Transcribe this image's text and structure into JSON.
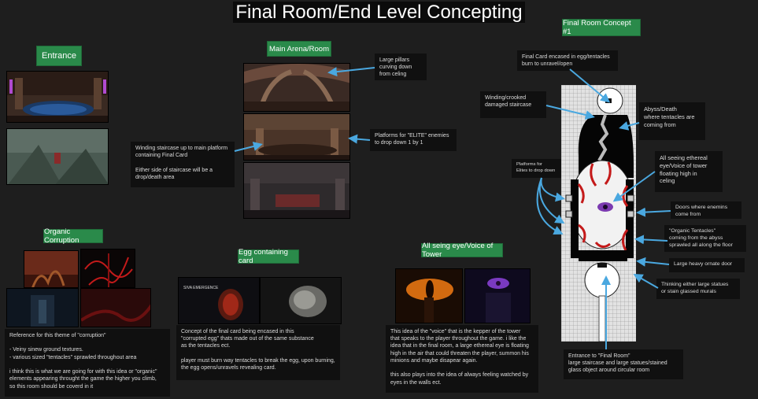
{
  "title": "Final Room/End Level Concepting",
  "labels": {
    "entrance": "Entrance",
    "main_arena": "Main Arena/Room",
    "final_room_concept": "Final Room Concept #1",
    "organic_corruption": "Organic Corruption",
    "egg_card": "Egg containing card",
    "all_seeing_eye": "All seing eye/Voice of Tower"
  },
  "notes": {
    "pillars": "Large pillars\ncurving down\nfrom celing",
    "elite_platforms": "Platforms for \"ELITE\" enemies\nto drop down 1 by 1",
    "staircase": "Winding staircase up to main platform\ncontaining Final Card\n\nEither side of staircase will be a\ndrop/death area",
    "final_card": "Final Card encased in egg/tentacles\nburn to unravel/open",
    "winding": "Winding/crooked\ndamaged staircase",
    "abyss": "Abyss/Death\nwhere tentacles are\ncoming from",
    "ethereal_eye": "All seeing ethereal\neye/Voice of tower\nfloating high in\nceling",
    "elites_drop": "Platforms for\nElites to drop down",
    "doors": "Doors where enemins\ncome from",
    "tentacles": "\"Organic Tentacles\"\ncoming from the abyss\nsprawled all along the floor",
    "ornate_door": "Large heavy ornate door",
    "statues": "Thinking either large statues\nor stain glassed murals",
    "entrance_final": "Entrance to \"Final Room\"\nlarge staircase and large statues/stained\nglass object around circular room",
    "corruption_ref": "Reference for this theme of \"corruption\"\n\n- Veiny sinew ground textures.\n- various sized \"tentacles\" sprawled throughout area\n\ni think this is what we are going for with this idea or \"organic\"\nelements appearing throught the game the higher you climb,\nso this room should be coverd in it",
    "egg_concept": "Concept of the final card being encased in this\n\"corrupted egg\" thats made out of the same substance\nas the tentacles ect.\n\nplayer must burn way tentacles to break the egg, upon burning,\nthe egg opens/unravels revealing card.",
    "voice": "This idea of the \"voice\" that is the kepper of the tower\nthat speaks to the player throughout the game. i like the\nidea that in the final room, a large ethereal eye is floating\nhigh in the air that could threaten the player, summon his\nminions and maybe disapear again.\n\nthis also plays into the idea of always feeling watched by\neyes in the walls ect."
  },
  "egg_screenshot_text": "SIVA EMERGENCE",
  "colors": {
    "label_green": "#2a8a4a",
    "arrow_blue": "#4aa8e0",
    "note_bg": "#101010"
  }
}
